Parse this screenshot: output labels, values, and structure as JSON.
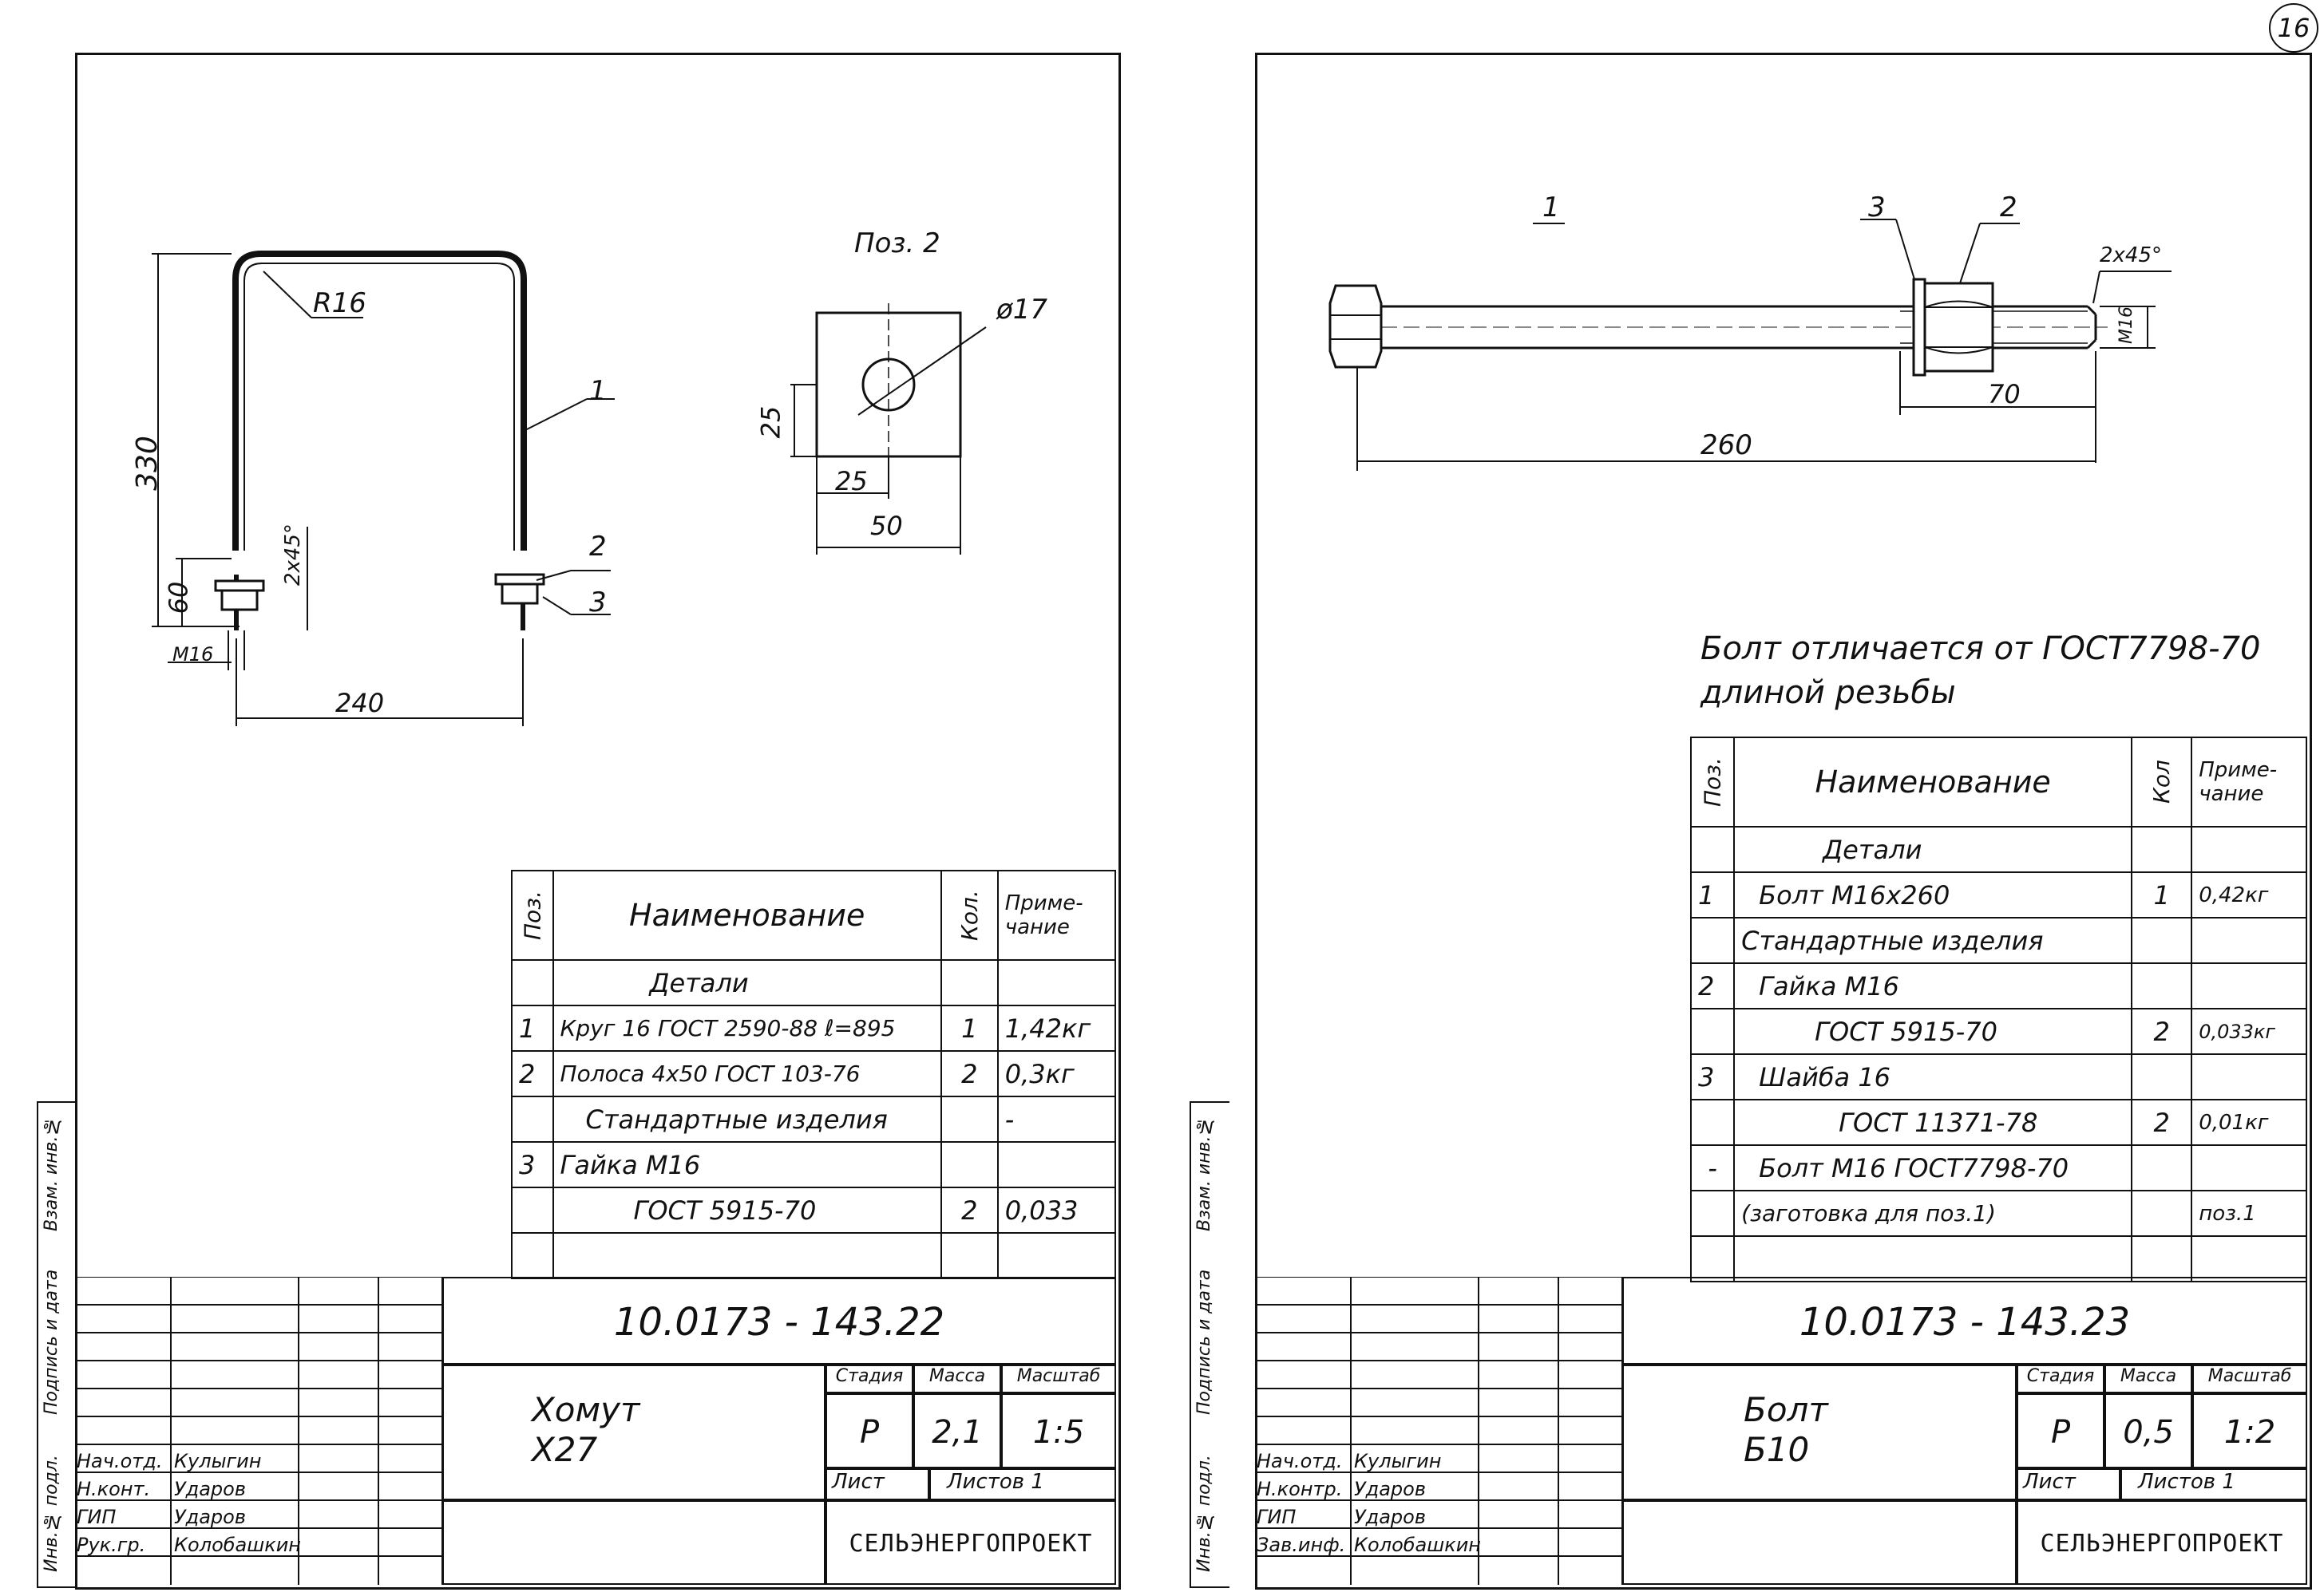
{
  "page_number": "16",
  "left": {
    "drawing": {
      "pos1": "1",
      "pos2": "2",
      "pos3": "3",
      "r16": "R16",
      "d330": "330",
      "d60": "60",
      "chamfer": "2x45°",
      "m16": "M16",
      "d240": "240",
      "poz2_title": "Поз. 2",
      "phi17": "ø17",
      "d25v": "25",
      "d25h": "25",
      "d50": "50"
    },
    "spec": {
      "h_pos": "Поз.",
      "h_name": "Наименование",
      "h_qty": "Кол.",
      "h_note": "Приме-чание",
      "rows": [
        {
          "pos": "",
          "name": "Детали",
          "qty": "",
          "note": ""
        },
        {
          "pos": "1",
          "name": "Круг 16 ГОСТ 2590-88 ℓ=895",
          "qty": "1",
          "note": "1,42кг"
        },
        {
          "pos": "2",
          "name": "Полоса 4х50 ГОСТ 103-76",
          "qty": "2",
          "note": "0,3кг"
        },
        {
          "pos": "",
          "name": "Стандартные изделия",
          "qty": "",
          "note": "-"
        },
        {
          "pos": "3",
          "name": "Гайка  М16",
          "qty": "",
          "note": ""
        },
        {
          "pos": "",
          "name": "ГОСТ 5915-70",
          "qty": "2",
          "note": "0,033"
        },
        {
          "pos": "",
          "name": "",
          "qty": "",
          "note": ""
        }
      ]
    },
    "title_block": {
      "code": "10.0173 - 143.22",
      "title1": "Хомут",
      "title2": "Х27",
      "h_stage": "Стадия",
      "h_mass": "Масса",
      "h_scale": "Масштаб",
      "stage": "Р",
      "mass": "2,1",
      "scale": "1:5",
      "sheet": "Лист",
      "sheets": "Листов 1",
      "org": "СЕЛЬЭНЕРГОПРОЕКТ",
      "roles": [
        "Нач.отд.",
        "Н.конт.",
        "ГИП",
        "Рук.гр."
      ],
      "names": [
        "Кулыгин",
        "Ударов",
        "Ударов",
        "Колобашкин"
      ]
    }
  },
  "right": {
    "drawing": {
      "pos1": "1",
      "pos3": "3",
      "pos2": "2",
      "chamfer": "2x45°",
      "m16": "M16",
      "d70": "70",
      "d260": "260",
      "note_line1": "Болт отличается от ГОСТ7798-70",
      "note_line2": "длиной резьбы"
    },
    "spec": {
      "h_pos": "Поз.",
      "h_name": "Наименование",
      "h_qty": "Кол",
      "h_note": "Приме-чание",
      "rows": [
        {
          "pos": "",
          "name": "Детали",
          "qty": "",
          "note": ""
        },
        {
          "pos": "1",
          "name": "Болт  М16х260",
          "qty": "1",
          "note": "0,42кг"
        },
        {
          "pos": "",
          "name": "Стандартные изделия",
          "qty": "",
          "note": ""
        },
        {
          "pos": "2",
          "name": "Гайка  М16",
          "qty": "",
          "note": ""
        },
        {
          "pos": "",
          "name": "ГОСТ 5915-70",
          "qty": "2",
          "note": "0,033кг"
        },
        {
          "pos": "3",
          "name": "Шайба  16",
          "qty": "",
          "note": ""
        },
        {
          "pos": "",
          "name": "ГОСТ 11371-78",
          "qty": "2",
          "note": "0,01кг"
        },
        {
          "pos": "-",
          "name": "Болт М16 ГОСТ7798-70",
          "qty": "",
          "note": ""
        },
        {
          "pos": "",
          "name": "(заготовка для поз.1)",
          "qty": "",
          "note": "поз.1"
        },
        {
          "pos": "",
          "name": "",
          "qty": "",
          "note": ""
        }
      ]
    },
    "title_block": {
      "code": "10.0173 - 143.23",
      "title1": "Болт",
      "title2": "Б10",
      "h_stage": "Стадия",
      "h_mass": "Масса",
      "h_scale": "Масштаб",
      "stage": "Р",
      "mass": "0,5",
      "scale": "1:2",
      "sheet": "Лист",
      "sheets": "Листов 1",
      "org": "СЕЛЬЭНЕРГОПРОЕКТ",
      "roles": [
        "Нач.отд.",
        "Н.контр.",
        "ГИП",
        "Зав.инф."
      ],
      "names": [
        "Кулыгин",
        "Ударов",
        "Ударов",
        "Колобашкин"
      ]
    }
  },
  "sidebar": {
    "inv_podl": "Инв.№ подл.",
    "podp_data": "Подпись и дата",
    "vzam_inv": "Взам. инв.№"
  }
}
